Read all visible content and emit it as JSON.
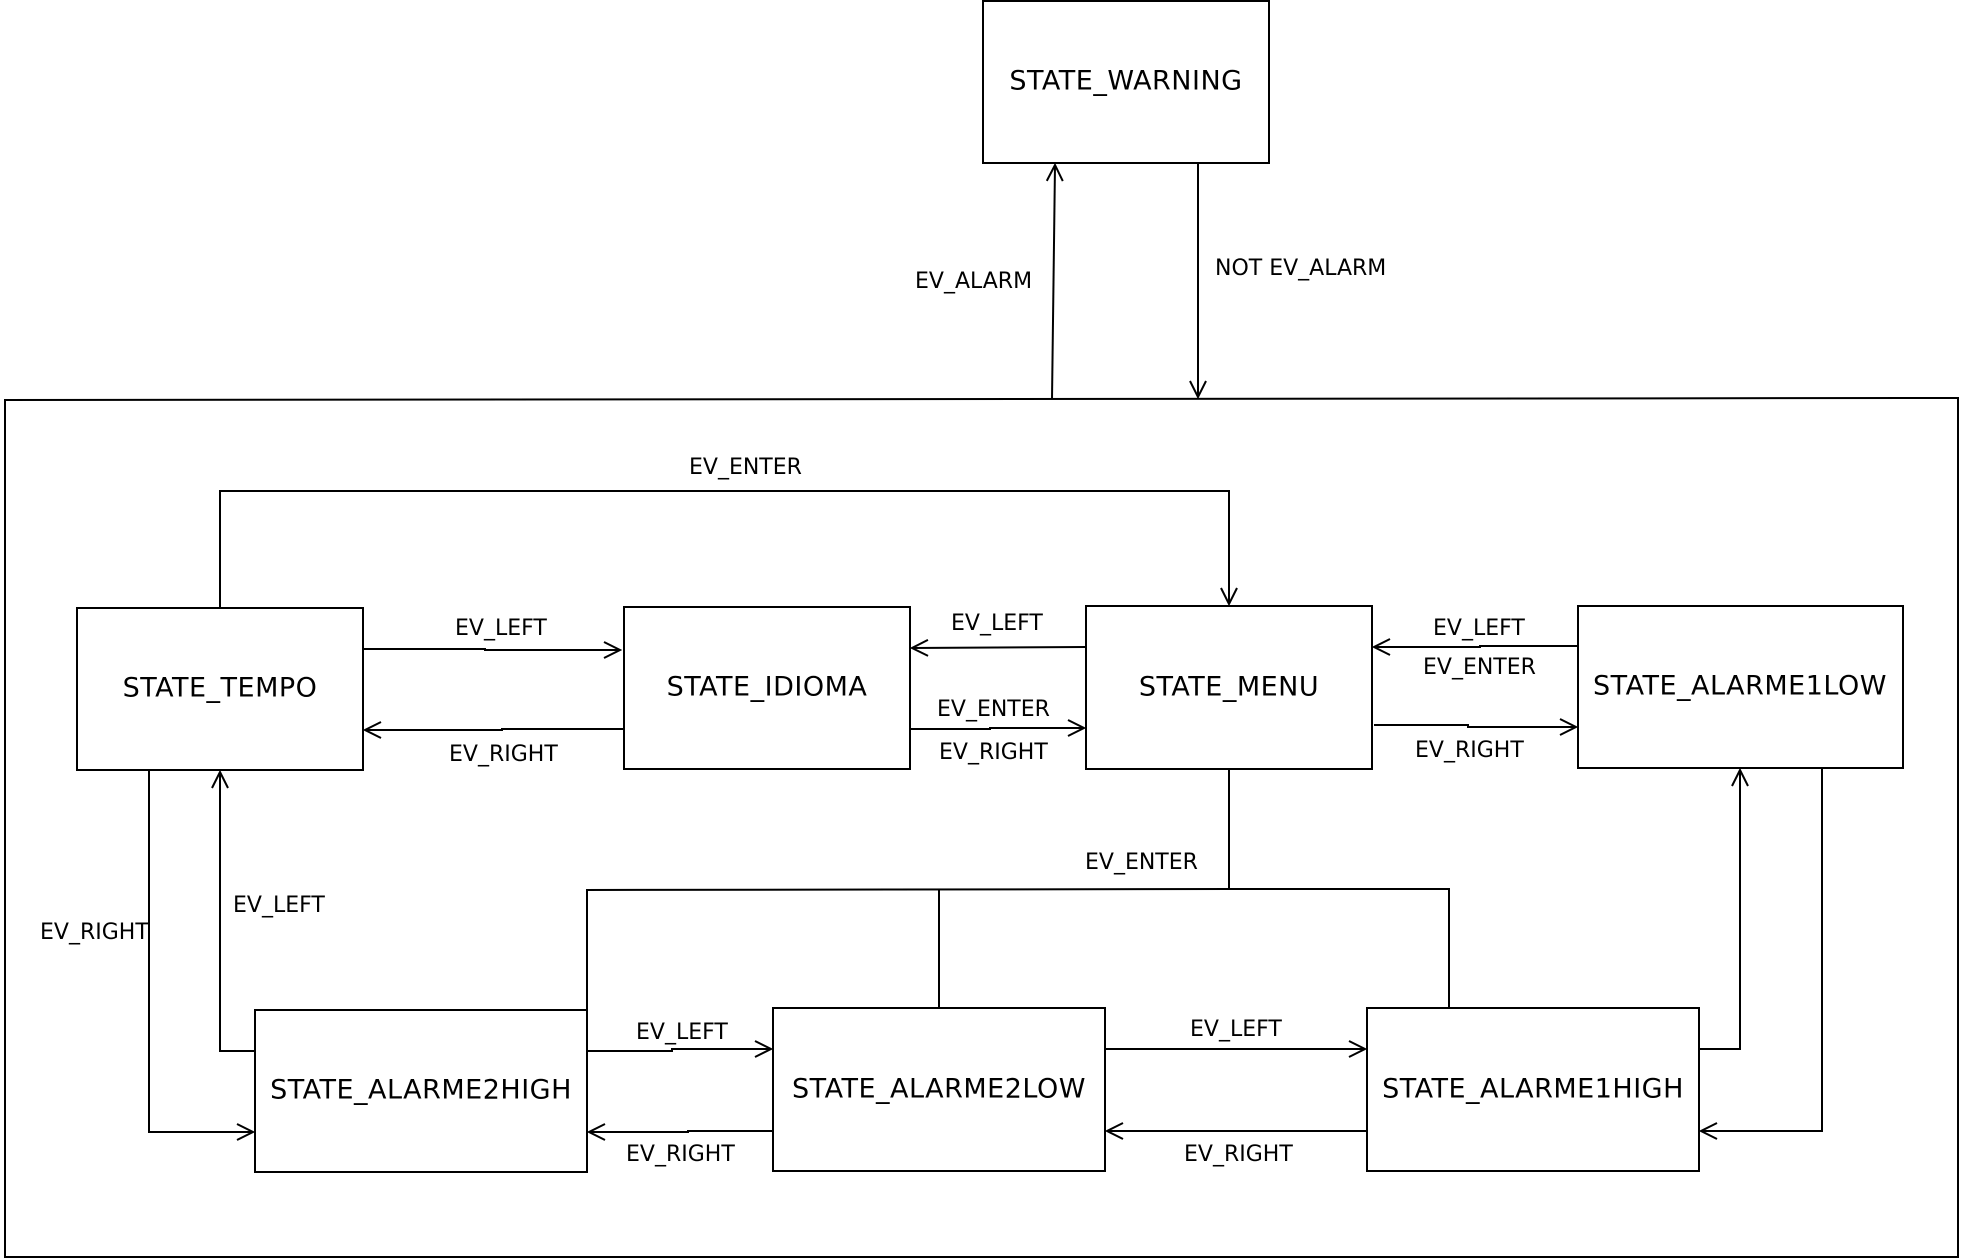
{
  "states": {
    "warning": "STATE_WARNING",
    "tempo": "STATE_TEMPO",
    "idioma": "STATE_IDIOMA",
    "menu": "STATE_MENU",
    "alarme1low": "STATE_ALARME1LOW",
    "alarme2high": "STATE_ALARME2HIGH",
    "alarme2low": "STATE_ALARME2LOW",
    "alarme1high": "STATE_ALARME1HIGH"
  },
  "transitions": {
    "ev_alarm": "EV_ALARM",
    "not_ev_alarm": "NOT EV_ALARM",
    "tempo_to_menu_enter": "EV_ENTER",
    "tempo_to_idioma_left": "EV_LEFT",
    "idioma_to_tempo_right": "EV_RIGHT",
    "menu_to_idioma_left": "EV_LEFT",
    "idioma_to_menu_enter": "EV_ENTER",
    "idioma_to_menu_right": "EV_RIGHT",
    "alarme1low_to_menu_left": "EV_LEFT",
    "alarme1low_to_menu_enter": "EV_ENTER",
    "menu_to_alarme1low_right": "EV_RIGHT",
    "alarmes_to_menu_enter": "EV_ENTER",
    "tempo_to_alarme2high_right": "EV_RIGHT",
    "alarme2high_to_tempo_left": "EV_LEFT",
    "alarme2high_to_alarme2low_left": "EV_LEFT",
    "alarme2low_to_alarme2high_right": "EV_RIGHT",
    "alarme2low_to_alarme1high_left": "EV_LEFT",
    "alarme1high_to_alarme2low_right": "EV_RIGHT"
  }
}
